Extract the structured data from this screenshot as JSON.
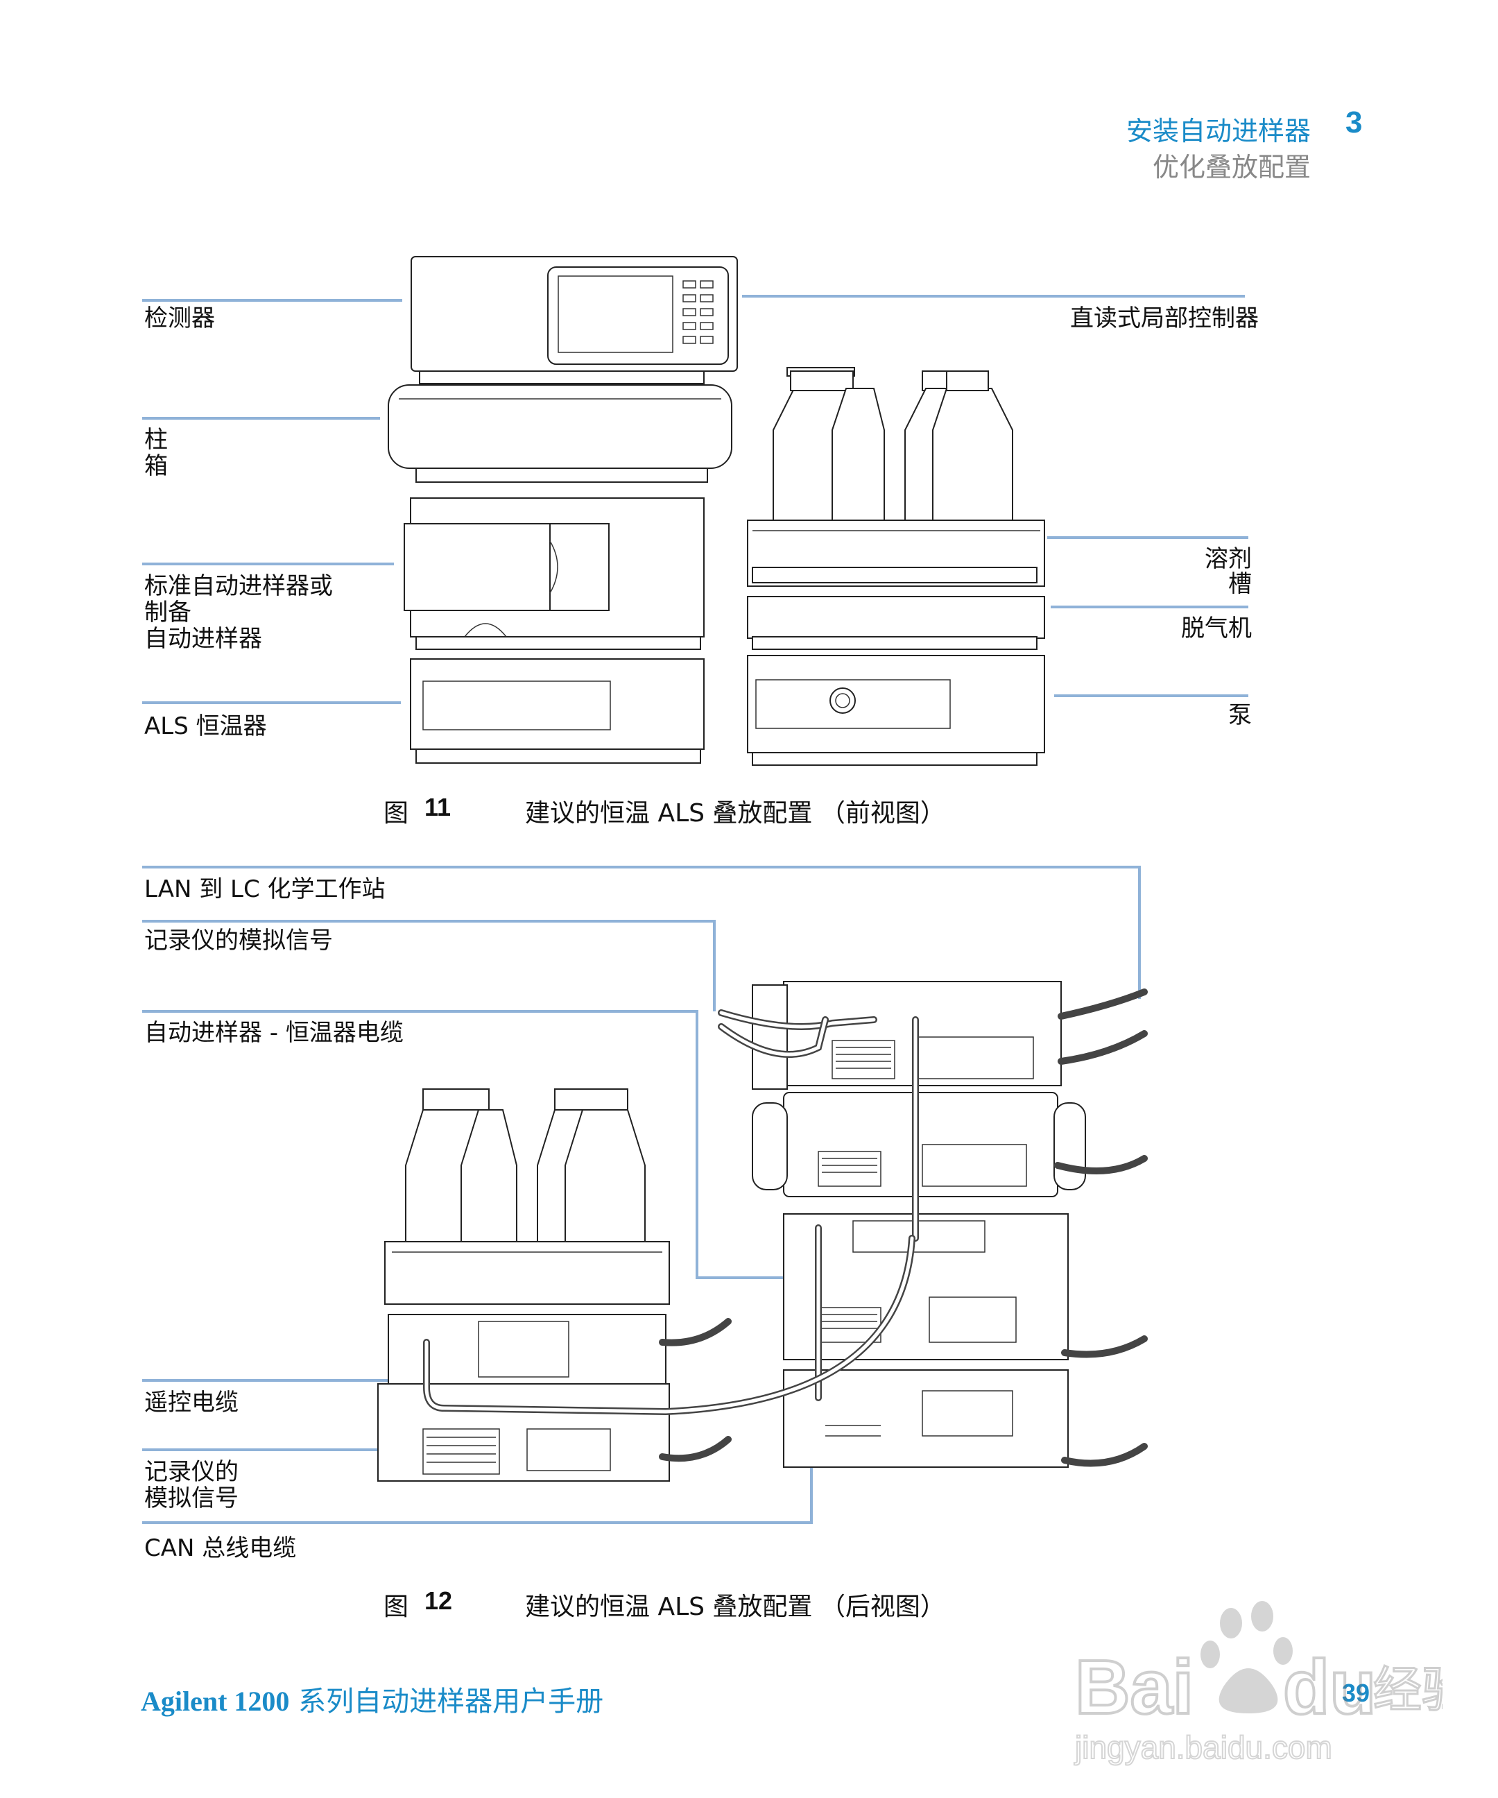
{
  "header": {
    "section_title": "安装自动进样器",
    "chapter_number": "3",
    "subsection": "优化叠放配置"
  },
  "figure11": {
    "labels": {
      "detector": "检测器",
      "controller": "直读式局部控制器",
      "column_1": "柱",
      "column_2": "箱",
      "sampler_1": "标准自动进样器或",
      "sampler_2": "制备",
      "sampler_3": "自动进样器",
      "thermostat": "ALS 恒温器",
      "solvent_1": "溶剂",
      "solvent_2": "槽",
      "degasser": "脱气机",
      "pump": "泵"
    },
    "caption": {
      "prefix": "图",
      "number": "11",
      "text": "建议的恒温 ALS 叠放配置 （前视图）"
    }
  },
  "figure12": {
    "labels": {
      "lan": "LAN 到 LC 化学工作站",
      "analog_1": "记录仪的模拟信号",
      "als_thermostat_cable": "自动进样器 - 恒温器电缆",
      "remote": "遥控电缆",
      "analog_2a": "记录仪的",
      "analog_2b": "模拟信号",
      "can": "CAN 总线电缆"
    },
    "caption": {
      "prefix": "图",
      "number": "12",
      "text": "建议的恒温 ALS 叠放配置 （后视图）"
    }
  },
  "footer": {
    "manual_brand": "Agilent 1200",
    "manual_title": " 系列自动进样器用户手册",
    "page_number": "39"
  },
  "watermark": {
    "logo_text": "Baidu 经验",
    "url": "jingyan.baidu.com"
  },
  "colors": {
    "accent": "#1a8bc8",
    "leader": "#8fb2d8"
  }
}
